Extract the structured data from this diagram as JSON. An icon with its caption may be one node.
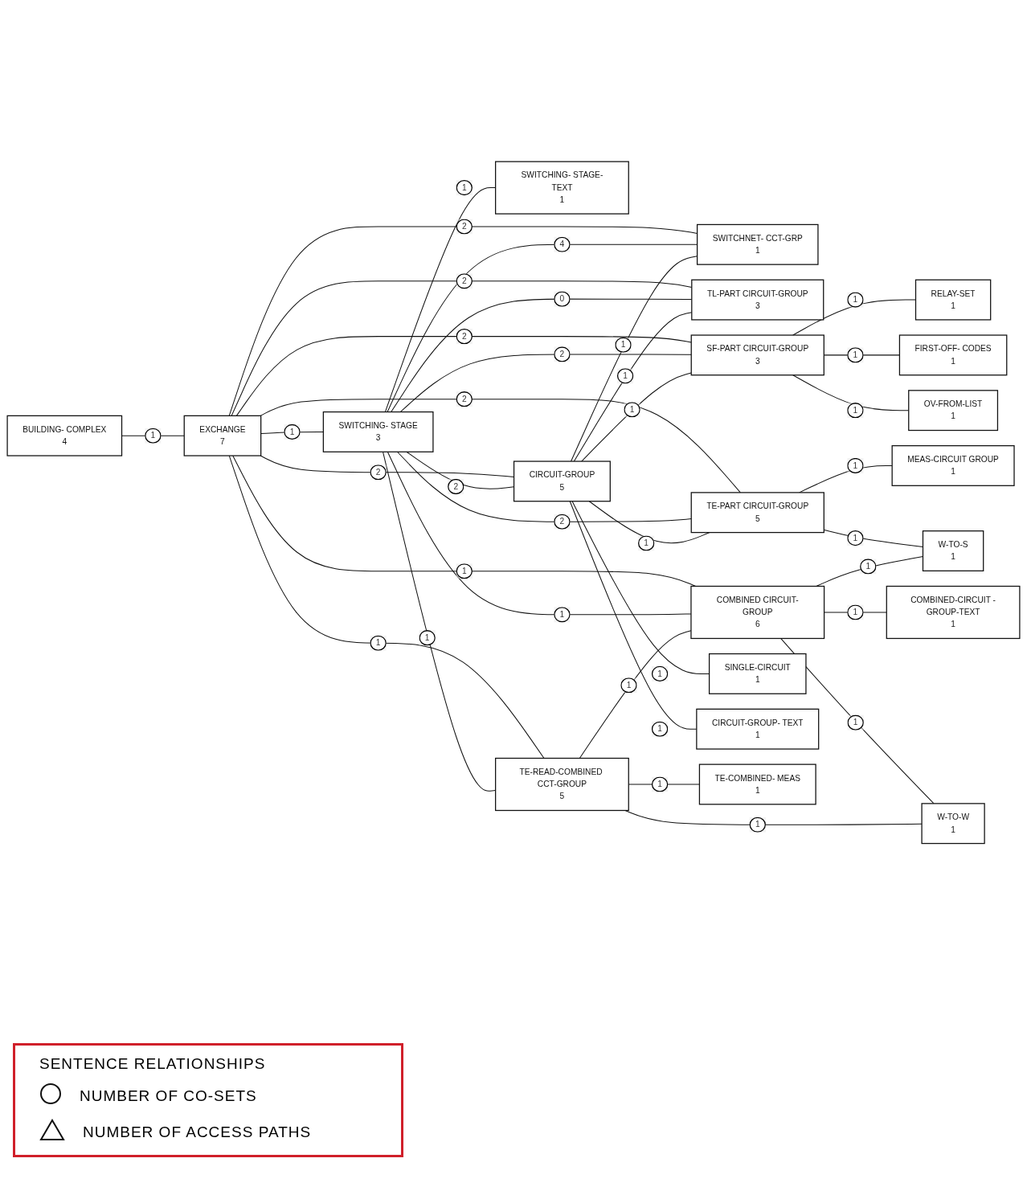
{
  "diagram": {
    "nodes": [
      {
        "text": [
          "BUILDING- COMPLEX",
          "4"
        ]
      },
      {
        "text": [
          "EXCHANGE",
          "7"
        ]
      },
      {
        "text": [
          "SWITCHING- STAGE",
          "3"
        ]
      },
      {
        "text": [
          "SWITCHING- STAGE-TEXT",
          "1"
        ]
      },
      {
        "text": [
          "CIRCUIT-GROUP",
          "5"
        ]
      },
      {
        "text": [
          "SWITCHNET- CCT-GRP",
          "1"
        ]
      },
      {
        "text": [
          "TL-PART CIRCUIT-GROUP",
          "3"
        ]
      },
      {
        "text": [
          "SF-PART CIRCUIT-GROUP",
          "3"
        ]
      },
      {
        "text": [
          "TE-PART CIRCUIT-GROUP",
          "5"
        ]
      },
      {
        "text": [
          "TE-READ-COMBINED CCT-GROUP",
          "5"
        ]
      },
      {
        "text": [
          "COMBINED CIRCUIT-GROUP",
          "6"
        ]
      },
      {
        "text": [
          "COMBINED-CIRCUIT -GROUP-TEXT",
          "1"
        ]
      },
      {
        "text": [
          "SINGLE-CIRCUIT",
          "1"
        ]
      },
      {
        "text": [
          "CIRCUIT-GROUP- TEXT",
          "1"
        ]
      },
      {
        "text": [
          "RELAY-SET",
          "1"
        ]
      },
      {
        "text": [
          "FIRST-OFF- CODES",
          "1"
        ]
      },
      {
        "text": [
          "OV-FROM-LIST",
          "1"
        ]
      },
      {
        "text": [
          "MEAS-CIRCUIT GROUP",
          "1"
        ]
      },
      {
        "text": [
          "W-TO-S",
          "1"
        ]
      },
      {
        "text": [
          "TE-COMBINED- MEAS",
          "1"
        ]
      },
      {
        "text": [
          "W-TO-W",
          "1"
        ]
      }
    ],
    "edges": [
      {
        "from": 0,
        "to": 1,
        "arrow": "none",
        "label": "1"
      },
      {
        "from": 1,
        "to": 2,
        "arrow": "none",
        "label": "1"
      },
      {
        "from": 2,
        "to": 3,
        "arrow": "none",
        "label": "1"
      },
      {
        "from": 1,
        "to": 4,
        "arrow": "none",
        "label": "2"
      },
      {
        "from": 1,
        "to": 5,
        "arrow": "none",
        "label": "2"
      },
      {
        "from": 1,
        "to": 6,
        "arrow": "none",
        "label": "2"
      },
      {
        "from": 1,
        "to": 7,
        "arrow": "none",
        "label": "2"
      },
      {
        "from": 1,
        "to": 8,
        "arrow": "none",
        "label": "2"
      },
      {
        "from": 1,
        "to": 9,
        "arrow": "none",
        "label": "1"
      },
      {
        "from": 1,
        "to": 10,
        "arrow": "none",
        "label": "1"
      },
      {
        "from": 2,
        "to": 4,
        "arrow": "none",
        "label": "2"
      },
      {
        "from": 2,
        "to": 5,
        "arrow": "none",
        "label": "4"
      },
      {
        "from": 2,
        "to": 6,
        "arrow": "none",
        "label": "0"
      },
      {
        "from": 2,
        "to": 7,
        "arrow": "none",
        "label": "2"
      },
      {
        "from": 2,
        "to": 8,
        "arrow": "none",
        "label": "2"
      },
      {
        "from": 2,
        "to": 9,
        "arrow": "none",
        "label": "1"
      },
      {
        "from": 2,
        "to": 10,
        "arrow": "none",
        "label": "1"
      },
      {
        "from": 4,
        "to": 12,
        "arrow": "none",
        "label": "1"
      },
      {
        "from": 4,
        "to": 13,
        "arrow": "none",
        "label": "1"
      },
      {
        "from": 4,
        "to": 5,
        "arrow": "none",
        "label": "1"
      },
      {
        "from": 4,
        "to": 6,
        "arrow": "none",
        "label": "1"
      },
      {
        "from": 4,
        "to": 7,
        "arrow": "none",
        "label": "1"
      },
      {
        "from": 4,
        "to": 8,
        "arrow": "none",
        "label": "1"
      },
      {
        "from": 7,
        "to": 14,
        "arrow": "none",
        "label": "1"
      },
      {
        "from": 7,
        "to": 15,
        "arrow": "none",
        "label": "1"
      },
      {
        "from": 7,
        "to": 16,
        "arrow": "none",
        "label": "1"
      },
      {
        "from": 8,
        "to": 17,
        "arrow": "none",
        "label": "1"
      },
      {
        "from": 8,
        "to": 18,
        "arrow": "none",
        "label": "1"
      },
      {
        "from": 9,
        "to": 10,
        "arrow": "none",
        "label": "1"
      },
      {
        "from": 10,
        "to": 11,
        "arrow": "none",
        "label": "1"
      },
      {
        "from": 10,
        "to": 18,
        "arrow": "none",
        "label": "1"
      },
      {
        "from": 10,
        "to": 20,
        "arrow": "none",
        "label": "1"
      },
      {
        "from": 9,
        "to": 19,
        "arrow": "none",
        "label": "1"
      },
      {
        "from": 9,
        "to": 20,
        "arrow": "none",
        "label": "1"
      }
    ],
    "labels": [
      "SENTENCE RELATIONSHIPS"
    ],
    "legend": [
      {
        "text": "NUMBER OF CO-SETS"
      },
      {
        "text": "NUMBER OF ACCESS PATHS"
      }
    ]
  }
}
